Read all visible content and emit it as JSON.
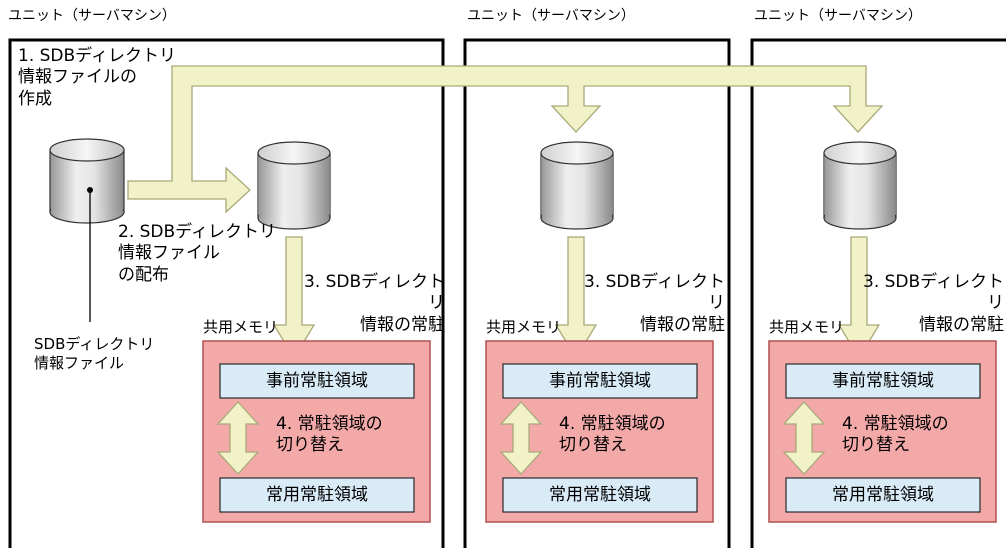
{
  "units": [
    {
      "title": "ユニット（サーバマシン）",
      "step1": "1. SDBディレクトリ\n情報ファイルの\n作成",
      "step2": "2. SDBディレクトリ\n情報ファイル\nの配布",
      "file_label": "SDBディレクトリ\n情報ファイル",
      "step3": "3. SDBディレクトリ\n情報の常駐",
      "shm_label": "共用メモリ",
      "area_pre": "事前常駐領域",
      "step4": "4. 常駐領域の\n切り替え",
      "area_use": "常用常駐領域"
    },
    {
      "title": "ユニット（サーバマシン）",
      "step3": "3. SDBディレクトリ\n情報の常駐",
      "shm_label": "共用メモリ",
      "area_pre": "事前常駐領域",
      "step4": "4. 常駐領域の\n切り替え",
      "area_use": "常用常駐領域"
    },
    {
      "title": "ユニット（サーバマシン）",
      "step3": "3. SDBディレクトリ\n情報の常駐",
      "shm_label": "共用メモリ",
      "area_pre": "事前常駐領域",
      "step4": "4. 常駐領域の\n切り替え",
      "area_use": "常用常駐領域"
    }
  ],
  "colors": {
    "arrow_fill": "#f2f2c8",
    "arrow_stroke": "#a9a97a",
    "shm_fill": "#f4a9a9",
    "shm_stroke": "#b05050",
    "area_fill": "#d9ebf7",
    "area_stroke": "#2a2a2a",
    "cyl_light": "#ececec",
    "cyl_dark": "#9a9a9a"
  }
}
